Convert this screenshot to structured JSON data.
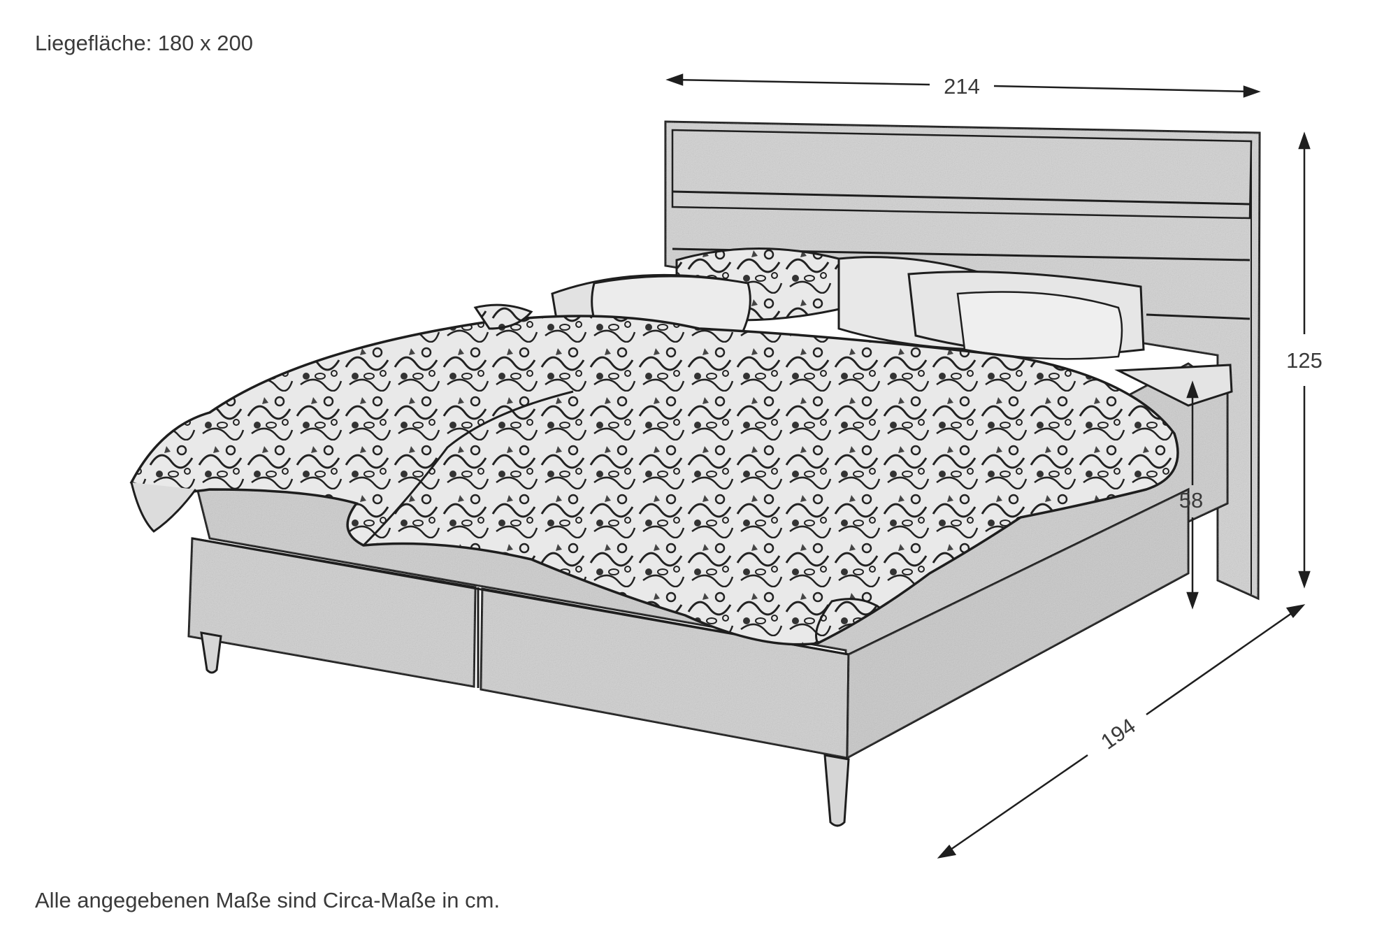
{
  "header": {
    "sleeping_area": "Liegefläche: 180 x 200"
  },
  "footer": {
    "disclaimer": "Alle angegebenen Maße sind Circa-Maße in cm."
  },
  "dimensions": {
    "width": "214",
    "height": "125",
    "side_height": "58",
    "length": "194"
  },
  "colors": {
    "line": "#1e1e1e",
    "fabric": "#cfcfcf",
    "text": "#3a3a3a"
  }
}
